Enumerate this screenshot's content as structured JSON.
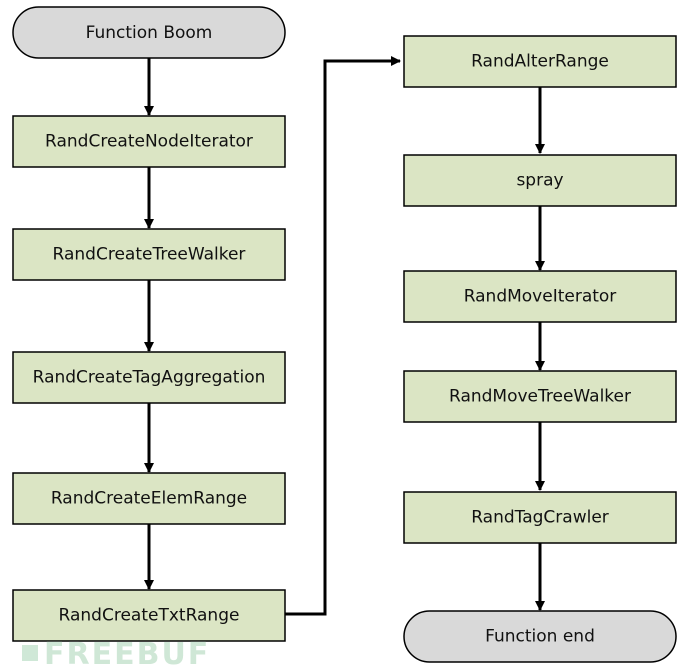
{
  "diagram": {
    "start": "Function Boom",
    "left_column": [
      "RandCreateNodeIterator",
      "RandCreateTreeWalker",
      "RandCreateTagAggregation",
      "RandCreateElemRange",
      "RandCreateTxtRange"
    ],
    "right_column": [
      "RandAlterRange",
      "spray",
      "RandMoveIterator",
      "RandMoveTreeWalker",
      "RandTagCrawler"
    ],
    "end": "Function end",
    "watermark": "FREEBUF"
  },
  "colors": {
    "process_fill": "#dbe5c4",
    "terminal_fill": "#d9d9d9",
    "stroke": "#000000"
  }
}
